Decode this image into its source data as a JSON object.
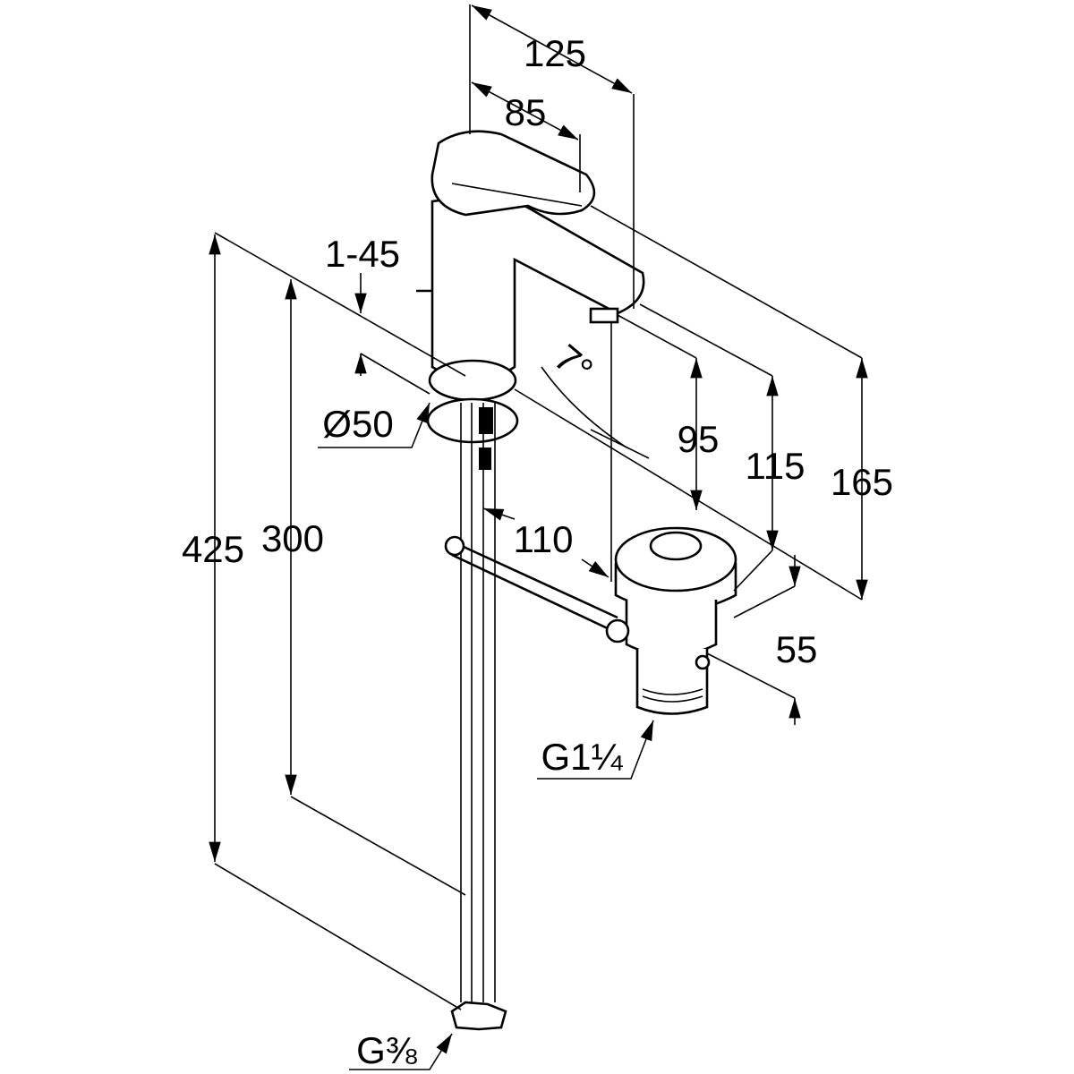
{
  "drawing": {
    "title": "Basin mixer dimension drawing",
    "dimensions": {
      "spout_reach_total": "125",
      "lever_length": "85",
      "hole_thickness": "1-45",
      "base_diameter": "Ø50",
      "spout_angle": "7°",
      "spout_height": "95",
      "outlet_height": "115",
      "total_height": "165",
      "waste_distance": "110",
      "waste_height": "55",
      "hose_length": "300",
      "overall_length": "425",
      "waste_thread": "G1¼",
      "hose_thread": "G⅜"
    },
    "colors": {
      "line": "#000000",
      "background": "#ffffff"
    }
  }
}
